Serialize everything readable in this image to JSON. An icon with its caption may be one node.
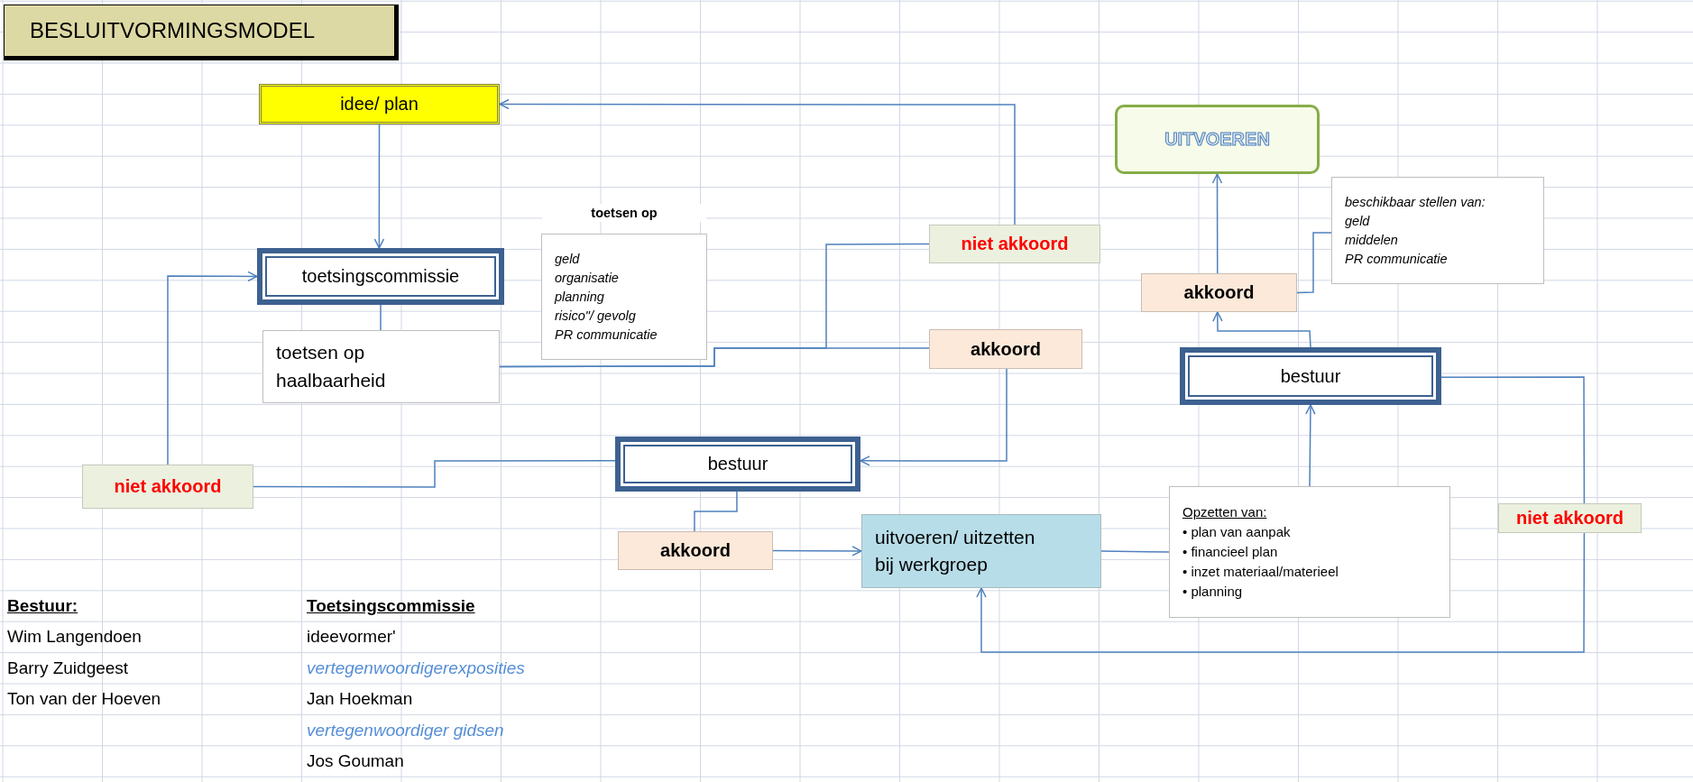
{
  "diagram": {
    "title": "BESLUITVORMINGSMODEL",
    "nodes": [
      {
        "text": [
          "idee/ plan"
        ]
      },
      {
        "text": [
          "UITVOEREN"
        ]
      },
      {
        "text": [
          "beschikbaar stellen van:",
          "geld",
          "middelen",
          "PR communicatie"
        ]
      },
      {
        "text": [
          "toetsen op",
          "geld",
          "organisatie",
          "planning",
          "risico\"/ gevolg",
          "PR communicatie"
        ]
      },
      {
        "text": [
          "niet akkoord"
        ]
      },
      {
        "text": [
          "toetsingscommissie"
        ]
      },
      {
        "text": [
          "akkoord"
        ]
      },
      {
        "text": [
          "toetsen op haalbaarheid"
        ]
      },
      {
        "text": [
          "akkoord"
        ]
      },
      {
        "text": [
          "bestuur"
        ]
      },
      {
        "text": [
          "bestuur"
        ]
      },
      {
        "text": [
          "niet akkoord"
        ]
      },
      {
        "text": [
          "Opzetten van:",
          "• plan van aanpak",
          "• financieel plan",
          "• inzet materiaal/materieel",
          "• planning"
        ]
      },
      {
        "text": [
          "niet akkoord"
        ]
      },
      {
        "text": [
          "akkoord"
        ]
      },
      {
        "text": [
          "uitvoeren/ uitzetten bij werkgroep"
        ]
      }
    ],
    "edges": [
      {
        "from": 0,
        "to": 5,
        "arrow": "to"
      },
      {
        "from": 4,
        "to": 0,
        "arrow": "to"
      },
      {
        "from": 5,
        "to": 7,
        "arrow": "none"
      },
      {
        "from": 7,
        "to": 4,
        "arrow": "none"
      },
      {
        "from": 7,
        "to": 8,
        "arrow": "none"
      },
      {
        "from": 8,
        "to": 10,
        "arrow": "to"
      },
      {
        "from": 10,
        "to": 11,
        "arrow": "none"
      },
      {
        "from": 11,
        "to": 5,
        "arrow": "to"
      },
      {
        "from": 10,
        "to": 14,
        "arrow": "none"
      },
      {
        "from": 14,
        "to": 15,
        "arrow": "to"
      },
      {
        "from": 15,
        "to": 12,
        "arrow": "none"
      },
      {
        "from": 12,
        "to": 9,
        "arrow": "to"
      },
      {
        "from": 9,
        "to": 6,
        "arrow": "to"
      },
      {
        "from": 9,
        "to": 13,
        "arrow": "none"
      },
      {
        "from": 13,
        "to": 15,
        "arrow": "to"
      },
      {
        "from": 6,
        "to": 1,
        "arrow": "to"
      },
      {
        "from": 6,
        "to": 2,
        "arrow": "none"
      }
    ],
    "labels": [
      "Bestuur:",
      "Toetsingscommissie",
      "Wim Langendoen",
      "ideevormer'",
      "Barry Zuidgeest",
      "vertegenwoordigerexposities",
      "Ton van der Hoeven",
      "Jan Hoekman",
      "vertegenwoordiger gidsen",
      "Jos Gouman"
    ]
  }
}
